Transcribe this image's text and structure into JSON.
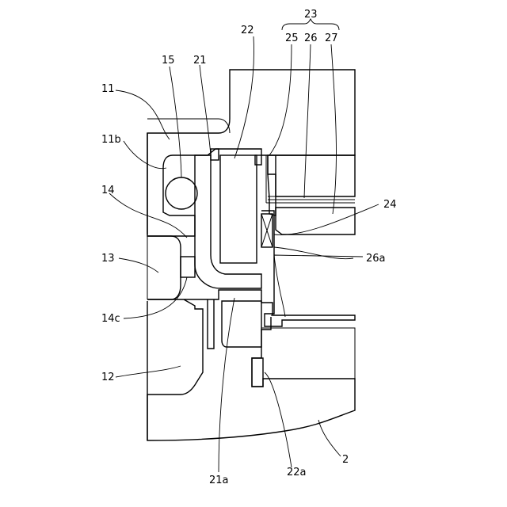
{
  "labels": {
    "l23": "23",
    "l22": "22",
    "l25": "25",
    "l26": "26",
    "l27": "27",
    "l15": "15",
    "l21": "21",
    "l11": "11",
    "l11b": "11b",
    "l14": "14",
    "l24": "24",
    "l13": "13",
    "l26a": "26a",
    "l14c": "14c",
    "l12": "12",
    "l21a": "21a",
    "l22a": "22a",
    "l2": "2"
  }
}
